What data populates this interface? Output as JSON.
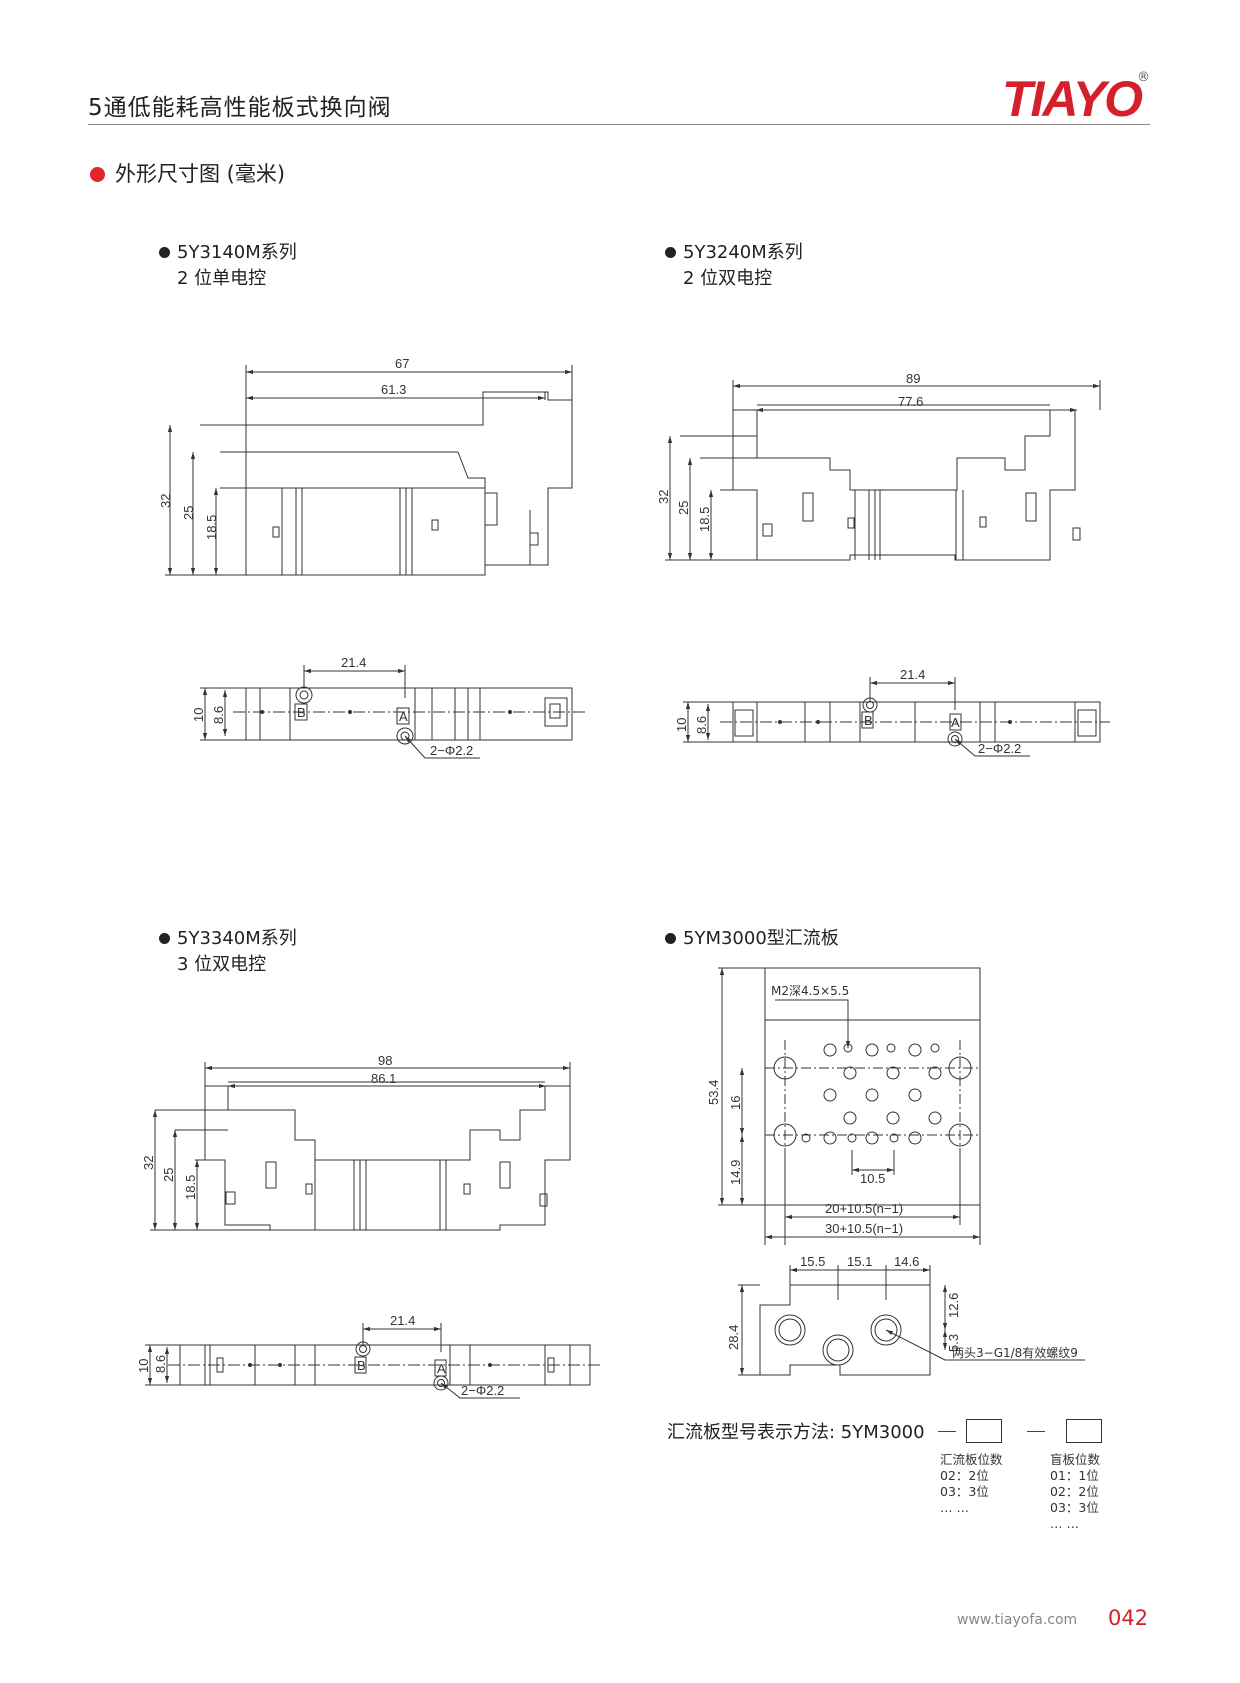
{
  "header": {
    "title": "5通低能耗高性能板式换向阀",
    "brand": "TIAYO",
    "registered_mark": "®",
    "brand_color": "#d4202a"
  },
  "section": {
    "title": "外形尺寸图 (毫米)"
  },
  "series": [
    {
      "title": "5Y3140M系列",
      "subtitle": "2 位单电控",
      "dims": {
        "overall": "67",
        "body": "61.3",
        "h1": "32",
        "h2": "25",
        "h3": "18.5",
        "pitch": "21.4",
        "w1": "10",
        "w2": "8.6",
        "holes": "2−Φ2.2"
      },
      "ports": [
        "B",
        "A"
      ]
    },
    {
      "title": "5Y3240M系列",
      "subtitle": "2 位双电控",
      "dims": {
        "overall": "89",
        "body": "77.6",
        "h1": "32",
        "h2": "25",
        "h3": "18.5",
        "pitch": "21.4",
        "w1": "10",
        "w2": "8.6",
        "holes": "2−Φ2.2"
      },
      "ports": [
        "B",
        "A"
      ]
    },
    {
      "title": "5Y3340M系列",
      "subtitle": "3 位双电控",
      "dims": {
        "overall": "98",
        "body": "86.1",
        "h1": "32",
        "h2": "25",
        "h3": "18.5",
        "pitch": "21.4",
        "w1": "10",
        "w2": "8.6",
        "holes": "2−Φ2.2"
      },
      "ports": [
        "B",
        "A"
      ]
    }
  ],
  "manifold": {
    "title": "5YM3000型汇流板",
    "dims": {
      "screw": "M2深4.5×5.5",
      "height": "53.4",
      "d16": "16",
      "d149": "14.9",
      "pitch": "10.5",
      "len1": "20+10.5(n−1)",
      "len2": "30+10.5(n−1)",
      "s1": "15.5",
      "s2": "15.1",
      "s3": "14.6",
      "side_h": "28.4",
      "side_a": "12.6",
      "side_b": "5.3",
      "thread": "两头3−G1/8有效螺纹9"
    },
    "model_label": "汇流板型号表示方法: 5YM3000",
    "legend_left": {
      "title": "汇流板位数",
      "items": [
        "02：2位",
        "03：3位",
        "… …"
      ]
    },
    "legend_right": {
      "title": "盲板位数",
      "items": [
        "01：1位",
        "02：2位",
        "03：3位",
        "… …"
      ]
    }
  },
  "footer": {
    "url": "www.tiayofa.com",
    "page": "042",
    "page_color": "#d4202a"
  }
}
